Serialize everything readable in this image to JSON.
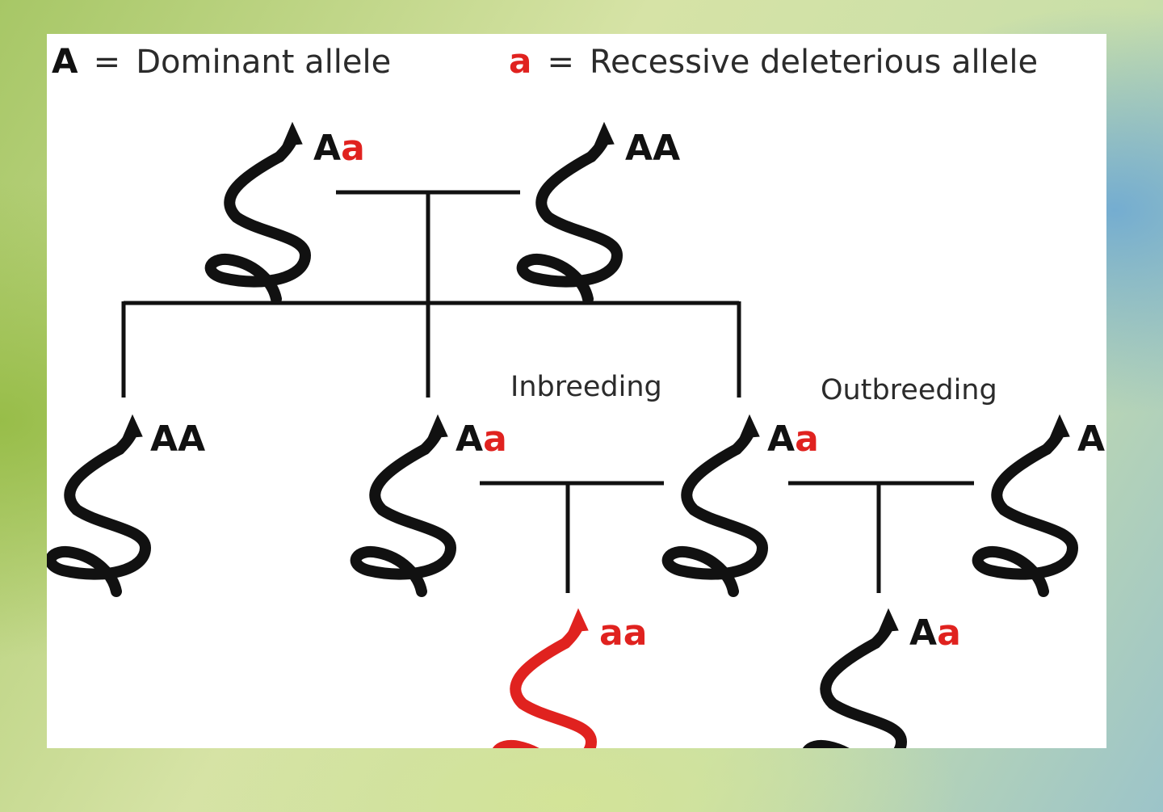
{
  "legend": {
    "dominant": {
      "symbol": "A",
      "sep": "=",
      "label": "Dominant allele"
    },
    "recessive": {
      "symbol": "a",
      "sep": "=",
      "label": "Recessive deleterious allele"
    }
  },
  "labels": {
    "inbreeding": "Inbreeding",
    "outbreeding": "Outbreeding"
  },
  "snakes": {
    "parent_left": {
      "allele1": "A",
      "allele2": "a"
    },
    "parent_right": {
      "allele1": "A",
      "allele2": "A"
    },
    "child_1": {
      "allele1": "A",
      "allele2": "A"
    },
    "child_2": {
      "allele1": "A",
      "allele2": "a"
    },
    "child_3": {
      "allele1": "A",
      "allele2": "a"
    },
    "outside": {
      "allele1": "A",
      "allele2": ""
    },
    "inbred_offspring": {
      "allele1": "a",
      "allele2": "a"
    },
    "outbred_offspring": {
      "allele1": "A",
      "allele2": "a"
    }
  },
  "colors": {
    "dominant": "#111111",
    "recessive": "#e0221f",
    "line": "#111111"
  }
}
